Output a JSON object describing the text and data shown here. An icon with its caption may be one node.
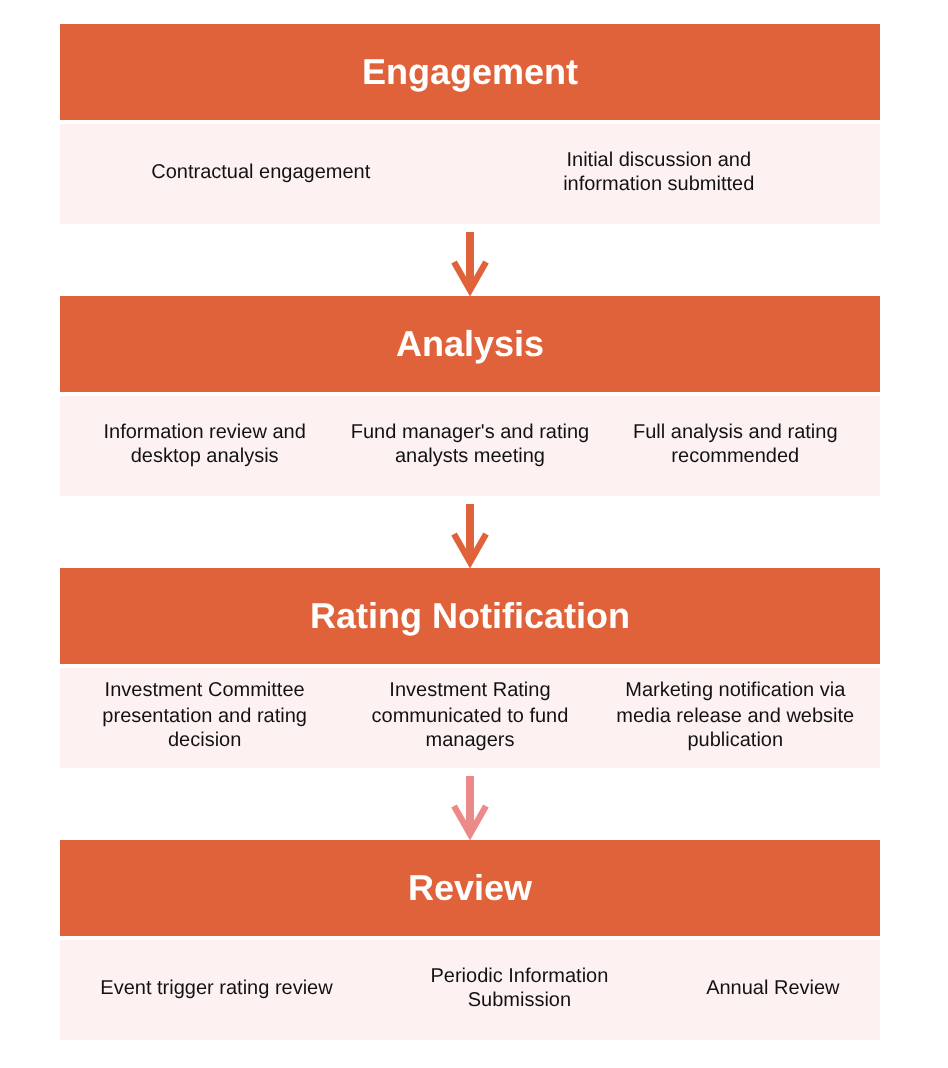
{
  "diagram": {
    "nodes": [
      {
        "text": [
          "Engagement"
        ]
      },
      {
        "text": [
          "Contractual engagement",
          "Initial discussion and information submitted"
        ]
      },
      {
        "text": [
          "Analysis"
        ]
      },
      {
        "text": [
          "Information review and desktop analysis",
          "Fund manager's and rating analysts meeting",
          "Full analysis and rating recommended"
        ]
      },
      {
        "text": [
          "Rating Notification"
        ]
      },
      {
        "text": [
          "Investment Committee presentation and rating decision",
          "Investment Rating communicated to fund managers",
          "Marketing notification via media release and website publication"
        ]
      },
      {
        "text": [
          "Review"
        ]
      },
      {
        "text": [
          "Event trigger rating review",
          "Periodic Information Submission",
          "Annual Review"
        ]
      }
    ],
    "edges": [
      {
        "from": 1,
        "to": 2,
        "arrow": "to"
      },
      {
        "from": 3,
        "to": 4,
        "arrow": "to"
      },
      {
        "from": 5,
        "to": 6,
        "arrow": "to",
        "color": "#ec8a8a"
      }
    ]
  }
}
